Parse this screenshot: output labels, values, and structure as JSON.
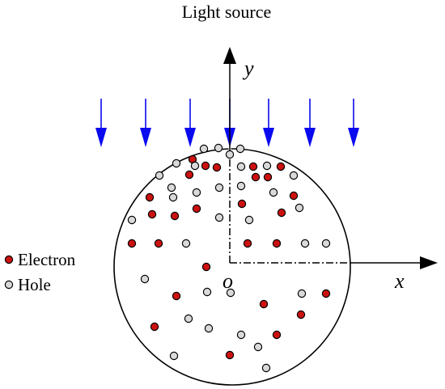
{
  "title": "Light source",
  "axes": {
    "x_label": "x",
    "y_label": "y",
    "origin_label": "o"
  },
  "legend": [
    {
      "label": "Electron",
      "color": "#cc1111"
    },
    {
      "label": "Hole",
      "color": "#d9d9d9"
    }
  ],
  "colors": {
    "arrow": "#0a0aee",
    "line": "#000000"
  }
}
